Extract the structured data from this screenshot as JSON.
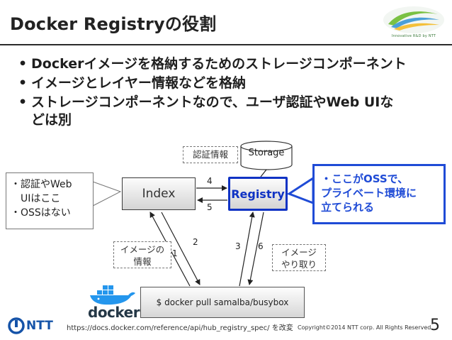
{
  "title": "Docker Registryの役割",
  "logo": {
    "caption": "Innovative R&D by NTT"
  },
  "bullets": [
    {
      "dot": "•",
      "text": "Dockerイメージを格納するためのストレージコンポーネント"
    },
    {
      "dot": "•",
      "text": "イメージとレイヤー情報などを格納"
    },
    {
      "dot": "•",
      "text": "ストレージコンポーネントなので、ユーザ認証やWeb UIなどは別"
    }
  ],
  "left_callout": {
    "lines": [
      "・認証やWeb",
      "　UIはここ",
      "・OSSはない"
    ]
  },
  "notes": {
    "auth_info": "認証情報",
    "image_info": [
      "イメージの",
      "情報"
    ],
    "image_exchange": [
      "イメージ",
      "やり取り"
    ]
  },
  "storage": "Storage",
  "index_label": "Index",
  "registry_label": "Registry",
  "blue_callout": {
    "lines": [
      "・ここがOSSで、",
      "プライベート環境に",
      "立てられる"
    ]
  },
  "arrow_numbers": {
    "n1": "1",
    "n2": "2",
    "n3": "3",
    "n4": "4",
    "n5": "5",
    "n6": "6"
  },
  "command": "$ docker pull samalba/busybox",
  "docker_word": "docker",
  "ntt_word": "NTT",
  "source": "https://docs.docker.com/reference/api/hub_registry_spec/ を改変",
  "copyright": "Copyright©2014 NTT corp. All Rights Reserved.",
  "page_number": "5",
  "colors": {
    "accent_blue": "#1f4bd6",
    "registry_blue": "#1033c4"
  }
}
